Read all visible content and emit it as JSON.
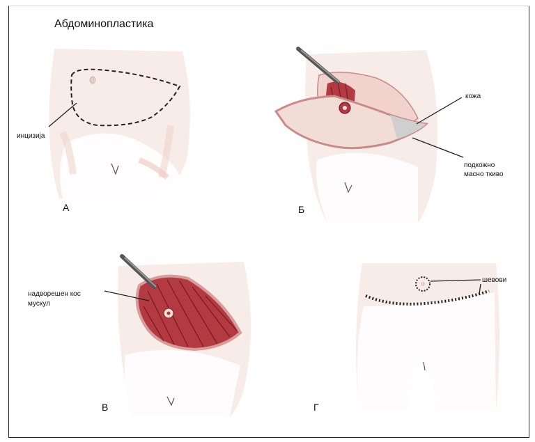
{
  "title": "Абдоминопластика",
  "panels": {
    "a": {
      "letter": "А",
      "label": "инцизија"
    },
    "b": {
      "letter": "Б",
      "label_skin": "кожа",
      "label_fat_1": "подкожно",
      "label_fat_2": "масно ткиво"
    },
    "v": {
      "letter": "В",
      "label_muscle_1": "надворешен кос",
      "label_muscle_2": "мускул"
    },
    "g": {
      "letter": "Г",
      "label_sutures": "шевови"
    }
  },
  "colors": {
    "skin": "#f3e2dc",
    "skin_shadow": "#e8c9bf",
    "muscle": "#b43a42",
    "muscle_dark": "#7a1c24",
    "flap_edge": "#c98a8a",
    "line": "#222222",
    "instrument": "#555555"
  }
}
